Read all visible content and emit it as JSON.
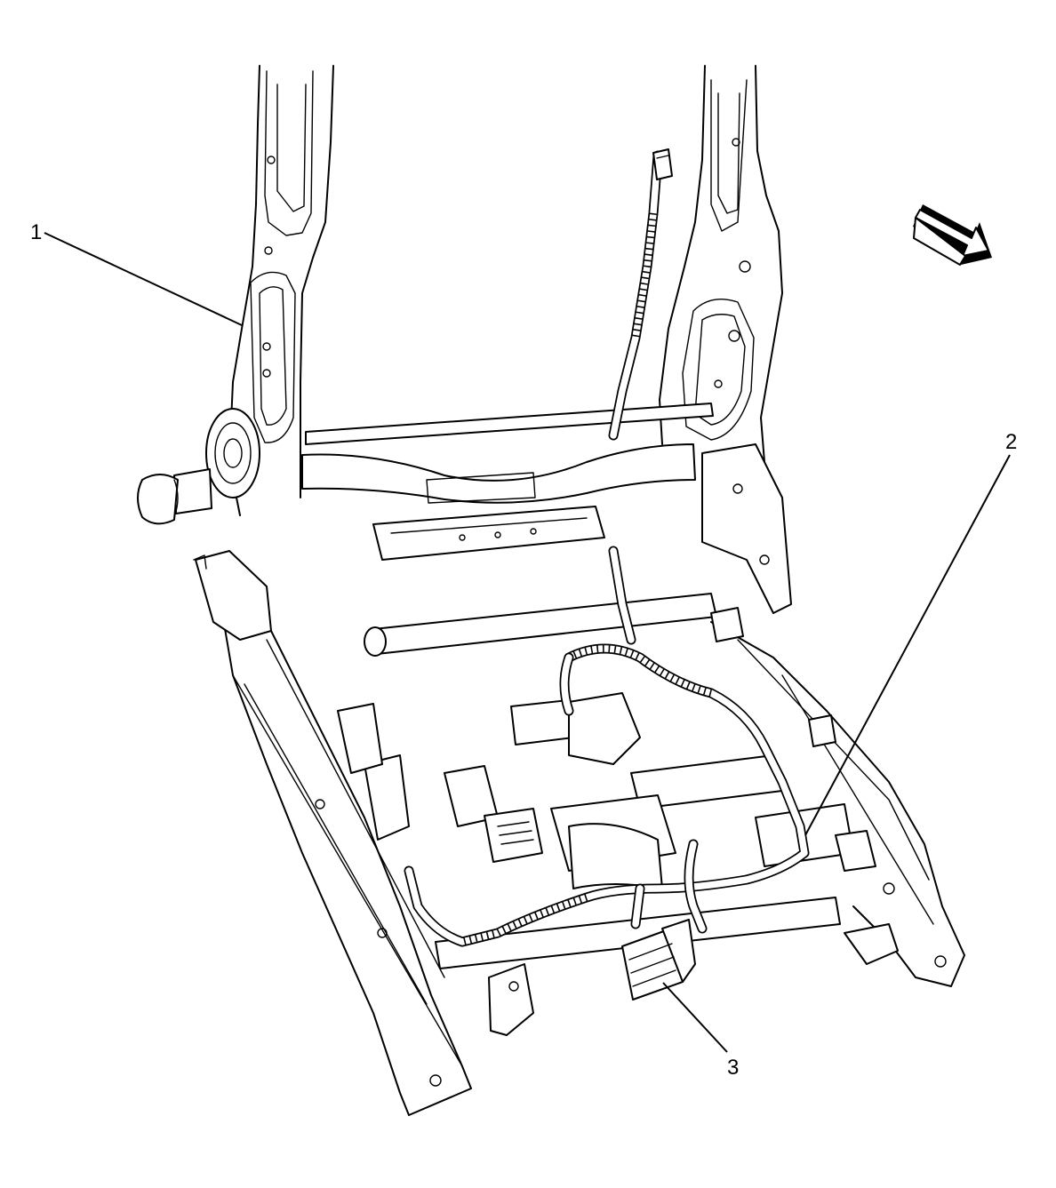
{
  "figure": {
    "callouts": [
      {
        "id": "1",
        "label": "1"
      },
      {
        "id": "2",
        "label": "2"
      },
      {
        "id": "3",
        "label": "3"
      }
    ],
    "direction_arrow_icon": "front-direction-arrow-icon"
  }
}
